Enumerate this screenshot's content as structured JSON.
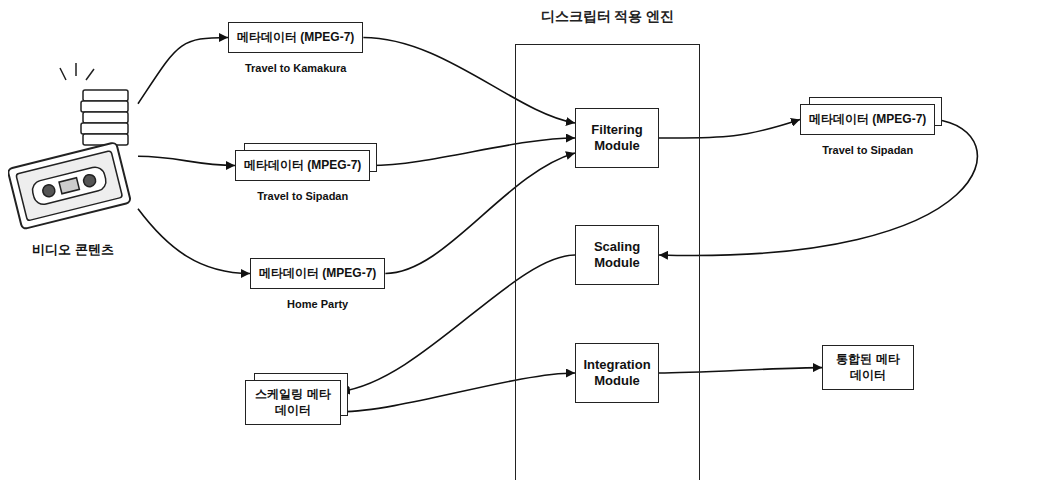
{
  "diagram": {
    "nodes": [
      {
        "text": [
          "비디오 콘텐츠"
        ]
      },
      {
        "text": [
          "메타데이터 (MPEG-7)",
          "Travel to Kamakura"
        ]
      },
      {
        "text": [
          "메타데이터 (MPEG-7)",
          "Travel to Sipadan"
        ]
      },
      {
        "text": [
          "메타데이터 (MPEG-7)",
          "Home Party"
        ]
      },
      {
        "text": [
          "디스크립터 적용 엔진"
        ]
      },
      {
        "text": [
          "Filtering Module"
        ],
        "in": 4
      },
      {
        "text": [
          "Scaling Module"
        ],
        "in": 4
      },
      {
        "text": [
          "Integration Module"
        ],
        "in": 4
      },
      {
        "text": [
          "메타데이터 (MPEG-7)",
          "Travel to Sipadan"
        ]
      },
      {
        "text": [
          "스케일링 메타데이터"
        ]
      },
      {
        "text": [
          "통합된 메타데이터"
        ]
      }
    ],
    "edges": [
      {
        "from": 0,
        "to": 1,
        "arrow": "to"
      },
      {
        "from": 0,
        "to": 2,
        "arrow": "to"
      },
      {
        "from": 0,
        "to": 3,
        "arrow": "to"
      },
      {
        "from": 1,
        "to": 5,
        "arrow": "to"
      },
      {
        "from": 2,
        "to": 5,
        "arrow": "to"
      },
      {
        "from": 3,
        "to": 5,
        "arrow": "to"
      },
      {
        "from": 5,
        "to": 8,
        "arrow": "to"
      },
      {
        "from": 8,
        "to": 6,
        "arrow": "to"
      },
      {
        "from": 6,
        "to": 9,
        "arrow": "to"
      },
      {
        "from": 9,
        "to": 7,
        "arrow": "to"
      },
      {
        "from": 7,
        "to": 10,
        "arrow": "to"
      }
    ]
  }
}
